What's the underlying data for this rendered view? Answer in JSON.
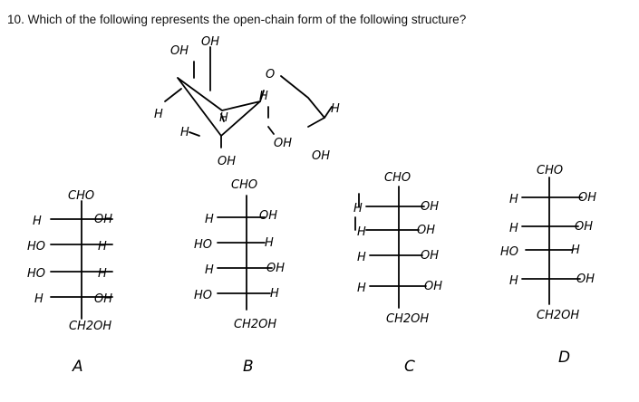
{
  "question": "10. Which of the following represents the open-chain form of the following structure?",
  "ring": {
    "labels": [
      "OH",
      "OH",
      "O",
      "H",
      "H",
      "H",
      "H",
      "OH",
      "OH",
      "OH"
    ]
  },
  "options": [
    {
      "letter": "A",
      "top": "CHO",
      "bottom": "CH2OH",
      "rows": [
        {
          "left": "H",
          "right": "OH"
        },
        {
          "left": "HO",
          "right": "H"
        },
        {
          "left": "HO",
          "right": "H"
        },
        {
          "left": "H",
          "right": "OH"
        }
      ]
    },
    {
      "letter": "B",
      "top": "CHO",
      "bottom": "CH2OH",
      "rows": [
        {
          "left": "H",
          "right": "OH"
        },
        {
          "left": "HO",
          "right": "H"
        },
        {
          "left": "H",
          "right": "OH"
        },
        {
          "left": "HO",
          "right": "H"
        }
      ]
    },
    {
      "letter": "C",
      "top": "CHO",
      "bottom": "CH2OH",
      "rows": [
        {
          "left": "H",
          "right": "OH"
        },
        {
          "left": "H",
          "right": "OH"
        },
        {
          "left": "H",
          "right": "OH"
        },
        {
          "left": "H",
          "right": "OH"
        }
      ]
    },
    {
      "letter": "D",
      "top": "CHO",
      "bottom": "CH2OH",
      "rows": [
        {
          "left": "H",
          "right": "OH"
        },
        {
          "left": "H",
          "right": "OH"
        },
        {
          "left": "HO",
          "right": "H"
        },
        {
          "left": "H",
          "right": "OH"
        }
      ]
    }
  ]
}
